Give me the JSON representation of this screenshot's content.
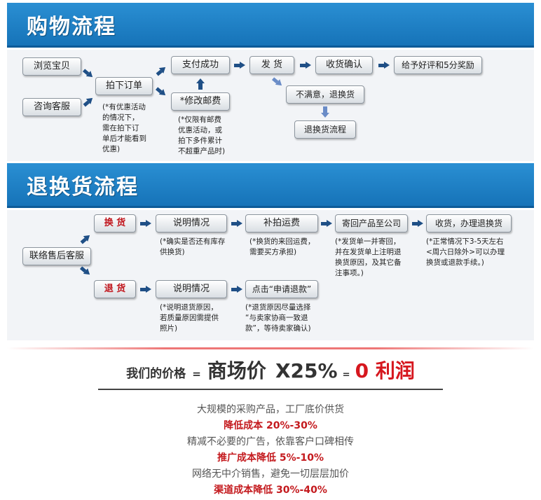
{
  "purchase": {
    "banner": "购物流程",
    "browse": "浏览宝贝",
    "consult": "咨询客服",
    "place_order": "拍下订单",
    "paid": "支付成功",
    "edit_shipping": "*修改邮费",
    "ship": "发  货",
    "confirm": "收货确认",
    "review": "给予好评和5分奖励",
    "unsatisfied": "不满意，退换货",
    "return_flow": "退换货流程",
    "note_order": [
      "(*有优惠活动",
      "的情况下，",
      "需在拍下订",
      "单后才能看到",
      "优惠)"
    ],
    "note_shipping": [
      "(*仅限有邮费",
      "优惠活动，或",
      "拍下多件累计",
      "不超重产品时)"
    ]
  },
  "returns": {
    "banner": "退换货流程",
    "contact": "联络售后客服",
    "exchange": "换  货",
    "refund": "退  货",
    "explain1": "说明情况",
    "explain2": "说明情况",
    "pay_shipping": "补拍运费",
    "send_back": "寄回产品至公司",
    "receive": "收货，办理退换货",
    "apply_refund": "点击“申请退款”",
    "note_stock": [
      "(*确实是否还有库存",
      "供换货)"
    ],
    "note_freight": [
      "(*换货的来回运费，",
      "需要买方承担)"
    ],
    "note_send": [
      "(*发货单一并寄回，",
      "并在发货单上注明退",
      "换货原因，及其它备",
      "注事项。)"
    ],
    "note_normal": [
      "(*正常情况下3-5天左右",
      "<周六日除外>可以办理",
      "换货或退款手续。)"
    ],
    "note_reason": [
      "(*说明退货原因，",
      "若质量原因需提供",
      "照片)"
    ],
    "note_select": [
      "(*退货原因尽量选择",
      "“与卖家协商一致退",
      "款”，等待卖家确认)"
    ]
  },
  "pricing": {
    "prefix": "我们的价格",
    "eq1": "=",
    "mall": "商场价",
    "x25": "X25%",
    "eq2": "=",
    "zero": "0 利润",
    "lines": [
      {
        "text": "大规模的采购产品，工厂底价供货",
        "style": "grey"
      },
      {
        "label": "降低成本",
        "value": "20%-30%",
        "style": "bold"
      },
      {
        "text": "精减不必要的广告，依靠客户口碑相传",
        "style": "grey"
      },
      {
        "label": "推广成本降低",
        "value": "5%-10%",
        "style": "bold"
      },
      {
        "text": "网络无中介销售，避免一切层层加价",
        "style": "grey"
      },
      {
        "label": "渠道成本降低",
        "value": "30%-40%",
        "style": "bold"
      }
    ]
  },
  "colors": {
    "banner": "#1f7cc2",
    "accent_red": "#d6171e",
    "arrow": "#1f4f86"
  }
}
